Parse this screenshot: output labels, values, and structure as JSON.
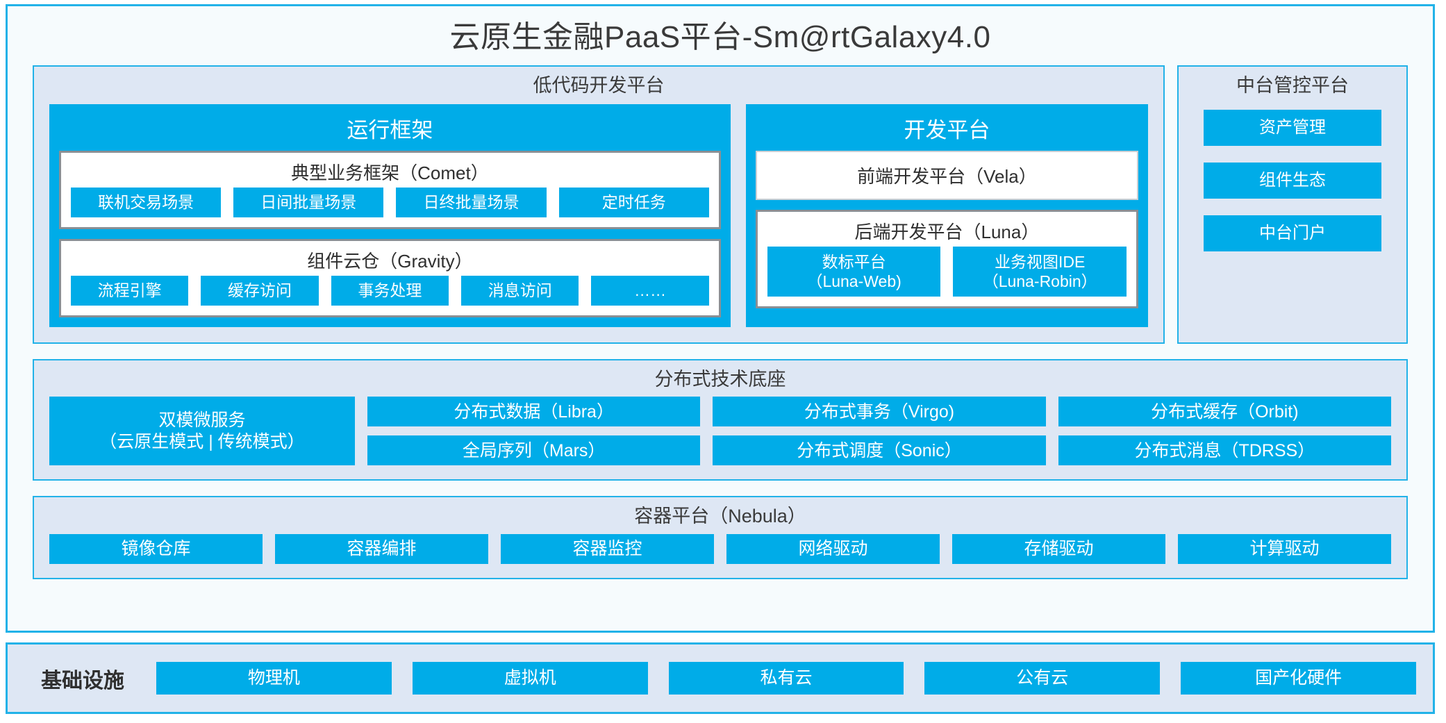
{
  "title": "云原生金融PaaS平台-Sm@rtGalaxy4.0",
  "colors": {
    "accent": "#00ACE8",
    "panel_bg": "#DEE7F4",
    "frame_border": "#22B2E8",
    "card_border": "#8A8F94",
    "text": "#333333"
  },
  "lowcode": {
    "title": "低代码开发平台",
    "runtime": {
      "title": "运行框架",
      "comet": {
        "title": "典型业务框架（Comet）",
        "tiles": [
          "联机交易场景",
          "日间批量场景",
          "日终批量场景",
          "定时任务"
        ]
      },
      "gravity": {
        "title": "组件云仓（Gravity）",
        "tiles": [
          "流程引擎",
          "缓存访问",
          "事务处理",
          "消息访问",
          "……"
        ]
      }
    },
    "devplatform": {
      "title": "开发平台",
      "vela": "前端开发平台（Vela）",
      "luna": {
        "title": "后端开发平台（Luna）",
        "tiles": [
          "数标平台\n（Luna-Web)",
          "业务视图IDE\n（Luna-Robin）"
        ]
      }
    }
  },
  "control": {
    "title": "中台管控平台",
    "items": [
      "资产管理",
      "组件生态",
      "中台门户"
    ]
  },
  "base": {
    "title": "分布式技术底座",
    "wide": "双模微服务\n（云原生模式 | 传统模式）",
    "columns": [
      [
        "分布式数据（Libra）",
        "全局序列（Mars）"
      ],
      [
        "分布式事务（Virgo)",
        "分布式调度（Sonic）"
      ],
      [
        "分布式缓存（Orbit)",
        "分布式消息（TDRSS）"
      ]
    ]
  },
  "container": {
    "title": "容器平台（Nebula）",
    "tiles": [
      "镜像仓库",
      "容器编排",
      "容器监控",
      "网络驱动",
      "存储驱动",
      "计算驱动"
    ]
  },
  "infrastructure": {
    "label": "基础设施",
    "tiles": [
      "物理机",
      "虚拟机",
      "私有云",
      "公有云",
      "国产化硬件"
    ]
  }
}
